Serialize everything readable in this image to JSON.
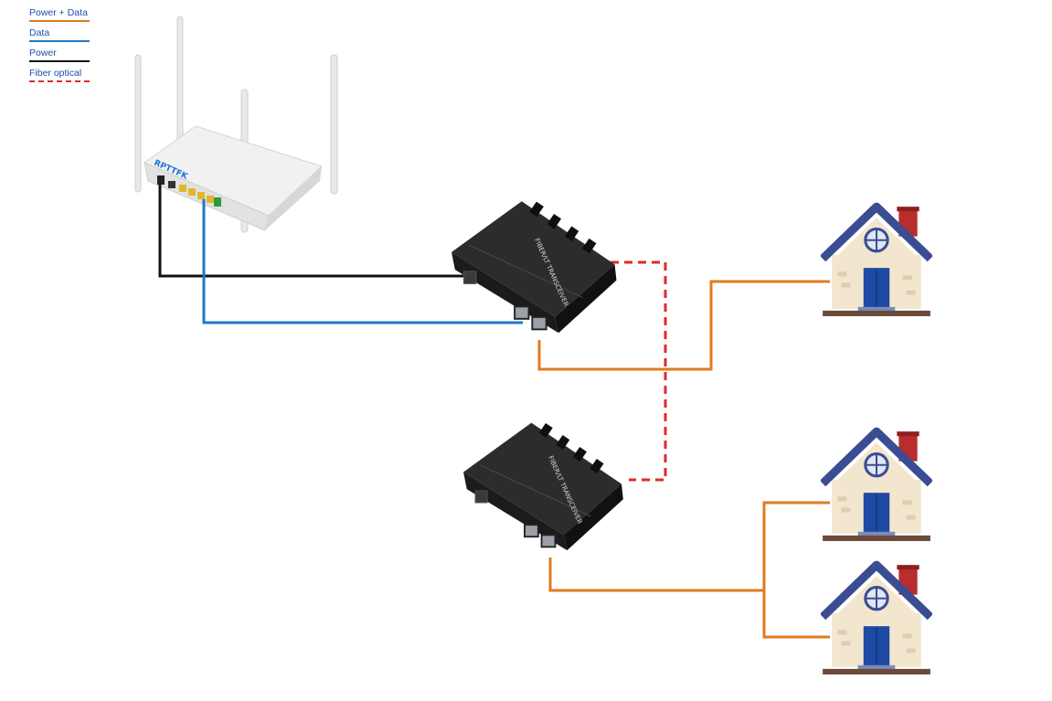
{
  "legend": {
    "items": [
      {
        "label": "Power + Data",
        "color": "#e07b1e",
        "style": "solid"
      },
      {
        "label": "Data",
        "color": "#1f77c9",
        "style": "solid"
      },
      {
        "label": "Power",
        "color": "#111111",
        "style": "solid"
      },
      {
        "label": "Fiber optical",
        "color": "#e02a2a",
        "style": "dashed"
      }
    ]
  },
  "router": {
    "brand": "RPTTFK"
  },
  "transceivers": [
    {
      "label": "FIBER/LT TRANSCEIVER"
    },
    {
      "label": "FIBER/LT TRANSCEIVER"
    }
  ],
  "houses": [
    {
      "icon": "house-icon"
    },
    {
      "icon": "house-icon"
    },
    {
      "icon": "house-icon"
    }
  ],
  "colors": {
    "power_data": "#e07b1e",
    "data": "#1f77c9",
    "power": "#111111",
    "fiber": "#e02a2a"
  }
}
